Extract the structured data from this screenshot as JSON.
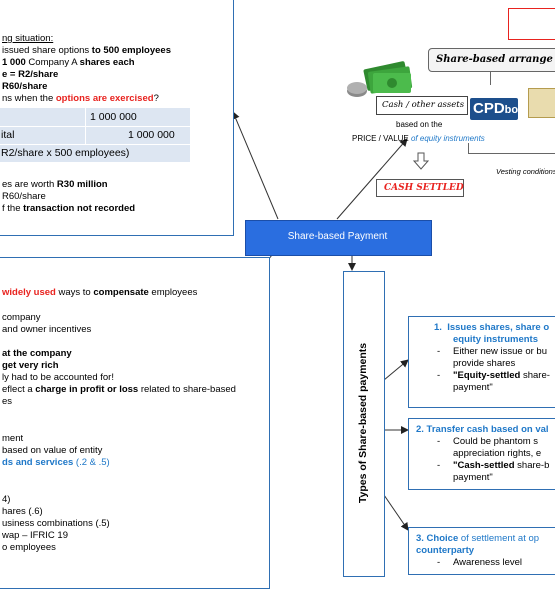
{
  "top_left": {
    "l1": "ng situation:",
    "l2a": "issued share options ",
    "l2b": "to 500 employees",
    "l3a": "1 000",
    "l3b": " Company A ",
    "l3c": "shares each",
    "l4": "e = R2/share",
    "l5": "R60/share",
    "l6a": "ns when the ",
    "l6b": "options are exercised",
    "l6c": "?",
    "table": {
      "r1c2": "1 000 000",
      "r2c1": "ital",
      "r2c2": "1 000 000",
      "r3": "R2/share x 500 employees)"
    },
    "l7a": "es are worth ",
    "l7b": "R30 million",
    "l8": "R60/share",
    "l9a": "f the ",
    "l9b": "transaction not recorded"
  },
  "illustration": {
    "title": "Share-based arrange",
    "cash_label": "Cash / other assets",
    "cpd": "CPD",
    "cpd_box": "box",
    "based_on": "based on the",
    "price_a": "PRICE / VALUE ",
    "price_b": "of equity instruments",
    "cash_settled": "CASH SETTLED",
    "vesting": "Vesting conditions met"
  },
  "center": {
    "label": "Share-based Payment"
  },
  "vertical": {
    "label": "Types of Share-based payments"
  },
  "bottom_left": {
    "l1a": "widely used",
    "l1b": " ways to ",
    "l1c": "compensate",
    "l1d": " employees",
    "l2": "company",
    "l3": "and owner incentives",
    "l4": "at the company",
    "l5": "get very rich",
    "l6": "ly had to be accounted for!",
    "l7a": "eflect a ",
    "l7b": "charge in profit or loss",
    "l7c": " related to share-based",
    "l8": "es",
    "l9": "ment",
    "l10": "based on value of entity",
    "l11a": "ds and services",
    "l11b": " (.2 & .5)",
    "l12": "4)",
    "l13": "hares (.6)",
    "l14": "usiness combinations (.5)",
    "l15": "wap – IFRIC 19",
    "l16": "o employees"
  },
  "right1": {
    "num": "1.",
    "head1": "Issues shares, share o",
    "head2": "equity instruments",
    "b1a": "Either new issue or bu",
    "b1b": "provide shares",
    "b2a": "\"Equity-settled",
    "b2b": " share-",
    "b2c": "payment\""
  },
  "right2": {
    "head": "2. Transfer cash based on val",
    "b1a": "Could be  phantom s",
    "b1b": "appreciation rights, e",
    "b2a": "\"Cash-settled",
    "b2b": " share-b",
    "b2c": "payment\""
  },
  "right3": {
    "head_a": "3. Choice",
    "head_b": " of settlement at op",
    "head_c": "counterparty",
    "b1": "Awareness level"
  },
  "dash": "-",
  "colors": {
    "border": "#2f6fb3",
    "accent_blue": "#1f78c8",
    "red": "#e8231f",
    "center_fill": "#2a6ee0",
    "table_fill": "#dde6f2"
  },
  "icons": [
    "money-icon",
    "down-arrow-icon",
    "certificate-icon"
  ]
}
